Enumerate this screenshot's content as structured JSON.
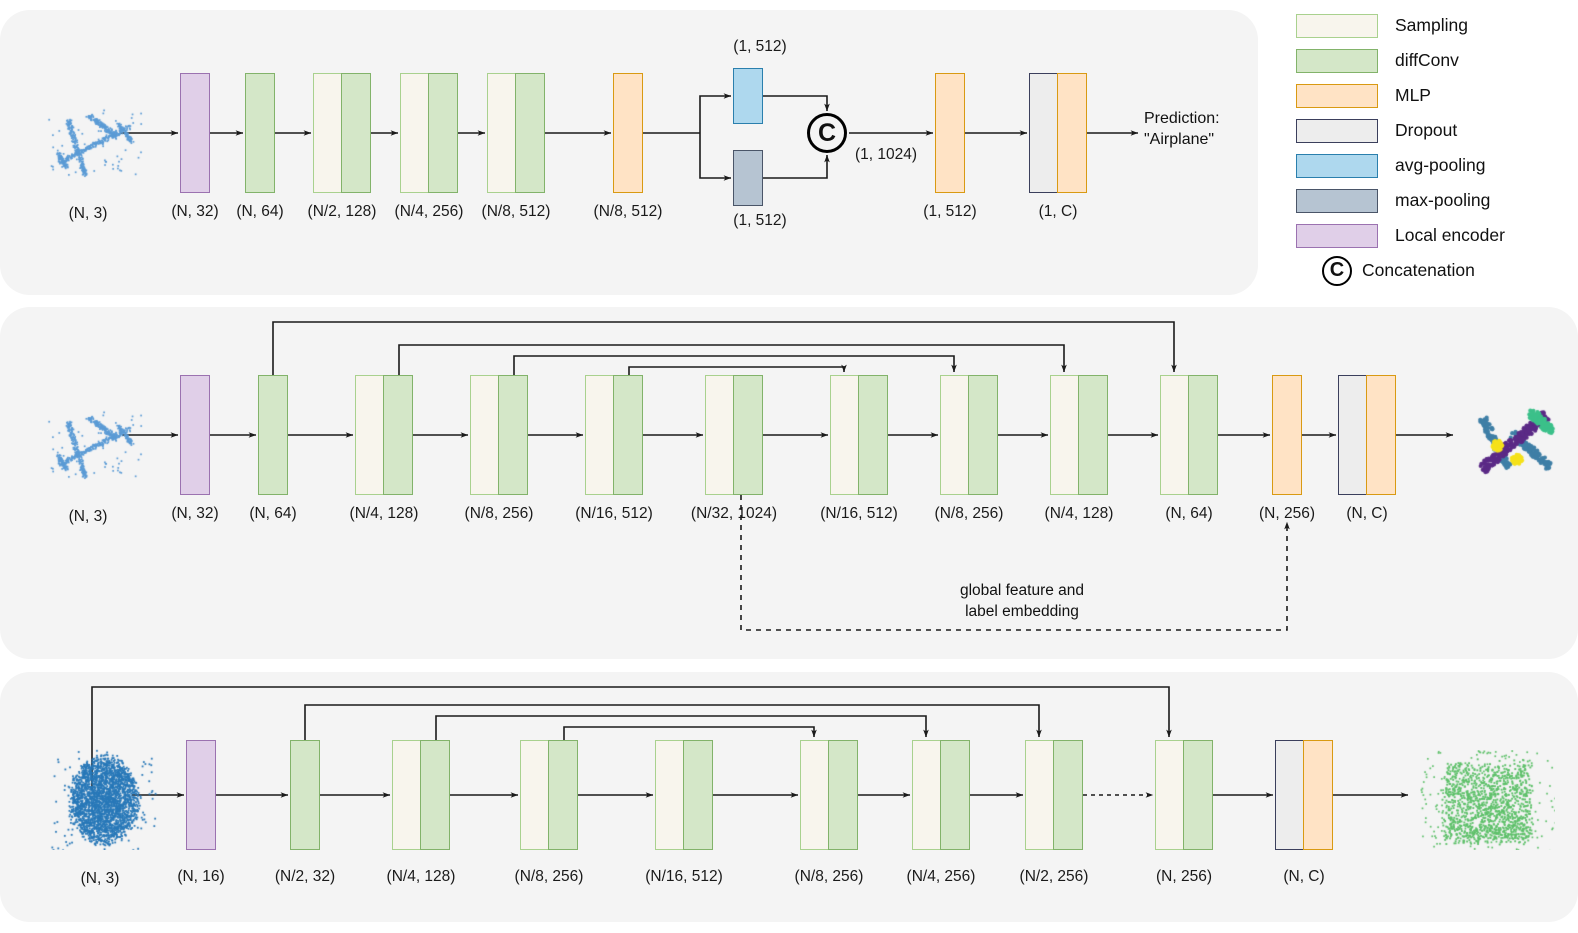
{
  "legend": {
    "items": [
      {
        "label": "Sampling",
        "kind": "sampling",
        "color": "#f8f5ed",
        "border": "#a9d18e"
      },
      {
        "label": "diffConv",
        "kind": "diffconv",
        "color": "#d4e7c8",
        "border": "#82b36a"
      },
      {
        "label": "MLP",
        "kind": "mlp",
        "color": "#ffe3c5",
        "border": "#d99a12"
      },
      {
        "label": "Dropout",
        "kind": "dropout",
        "color": "#ededed",
        "border": "#3b3f5c"
      },
      {
        "label": "avg-pooling",
        "kind": "avg",
        "color": "#aed8ee",
        "border": "#2a7fad"
      },
      {
        "label": "max-pooling",
        "kind": "max",
        "color": "#b6c4d2",
        "border": "#4a5568"
      },
      {
        "label": "Local encoder",
        "kind": "local",
        "color": "#e0cfe8",
        "border": "#9b72b0"
      }
    ],
    "concat": {
      "symbol": "C",
      "label": "Concatenation"
    }
  },
  "row1": {
    "name": "classification-branch",
    "input_label": "(N, 3)",
    "blocks": [
      {
        "label": "(N, 32)",
        "segs": [
          "local"
        ]
      },
      {
        "label": "(N, 64)",
        "segs": [
          "diffconv"
        ]
      },
      {
        "label": "(N/2, 128)",
        "segs": [
          "sampling",
          "diffconv"
        ]
      },
      {
        "label": "(N/4, 256)",
        "segs": [
          "sampling",
          "diffconv"
        ]
      },
      {
        "label": "(N/8, 512)",
        "segs": [
          "sampling",
          "diffconv"
        ]
      },
      {
        "label": "(N/8, 512)",
        "segs": [
          "mlp"
        ]
      }
    ],
    "avg_pool_label": "(1, 512)",
    "max_pool_label": "(1, 512)",
    "concat_label": "(1, 1024)",
    "concat_symbol": "C",
    "tail_blocks": [
      {
        "label": "(1, 512)",
        "segs": [
          "mlp"
        ]
      },
      {
        "label": "(1, C)",
        "segs": [
          "dropout",
          "mlp"
        ]
      }
    ],
    "prediction_line1": "Prediction:",
    "prediction_line2": "\"Airplane\""
  },
  "row2": {
    "name": "part-segmentation-branch",
    "input_label": "(N, 3)",
    "blocks": [
      {
        "label": "(N, 32)",
        "segs": [
          "local"
        ]
      },
      {
        "label": "(N, 64)",
        "segs": [
          "diffconv"
        ]
      },
      {
        "label": "(N/4, 128)",
        "segs": [
          "sampling",
          "diffconv"
        ]
      },
      {
        "label": "(N/8, 256)",
        "segs": [
          "sampling",
          "diffconv"
        ]
      },
      {
        "label": "(N/16, 512)",
        "segs": [
          "sampling",
          "diffconv"
        ]
      },
      {
        "label": "(N/32, 1024)",
        "segs": [
          "sampling",
          "diffconv"
        ]
      },
      {
        "label": "(N/16, 512)",
        "segs": [
          "sampling",
          "diffconv"
        ]
      },
      {
        "label": "(N/8, 256)",
        "segs": [
          "sampling",
          "diffconv"
        ]
      },
      {
        "label": "(N/4, 128)",
        "segs": [
          "sampling",
          "diffconv"
        ]
      },
      {
        "label": "(N, 64)",
        "segs": [
          "sampling",
          "diffconv"
        ]
      },
      {
        "label": "(N, 256)",
        "segs": [
          "mlp"
        ]
      },
      {
        "label": "(N, C)",
        "segs": [
          "dropout",
          "mlp"
        ]
      }
    ],
    "note_line1": "global feature and",
    "note_line2": "label embedding"
  },
  "row3": {
    "name": "scene-segmentation-branch",
    "input_label": "(N, 3)",
    "blocks": [
      {
        "label": "(N, 16)",
        "segs": [
          "local"
        ]
      },
      {
        "label": "(N/2, 32)",
        "segs": [
          "diffconv"
        ]
      },
      {
        "label": "(N/4, 128)",
        "segs": [
          "sampling",
          "diffconv"
        ]
      },
      {
        "label": "(N/8, 256)",
        "segs": [
          "sampling",
          "diffconv"
        ]
      },
      {
        "label": "(N/16, 512)",
        "segs": [
          "sampling",
          "diffconv"
        ]
      },
      {
        "label": "(N/8, 256)",
        "segs": [
          "sampling",
          "diffconv"
        ]
      },
      {
        "label": "(N/4, 256)",
        "segs": [
          "sampling",
          "diffconv"
        ]
      },
      {
        "label": "(N/2, 256)",
        "segs": [
          "sampling",
          "diffconv"
        ]
      },
      {
        "label": "(N, 256)",
        "segs": [
          "sampling",
          "diffconv"
        ]
      },
      {
        "label": "(N, C)",
        "segs": [
          "dropout",
          "mlp"
        ]
      }
    ]
  },
  "colors": {
    "panel_bg": "#f4f4f4",
    "page_bg": "#ffffff",
    "wire": "#1a1a1a",
    "cloud_blue": "#5b9bd5",
    "cloud_blue_dense": "#2878b8",
    "cloud_green": "#5ec06a",
    "seg_purple": "#5b2a86",
    "seg_blue": "#3f7fa6",
    "seg_green": "#3cc08a",
    "seg_yellow": "#f5e11a"
  }
}
